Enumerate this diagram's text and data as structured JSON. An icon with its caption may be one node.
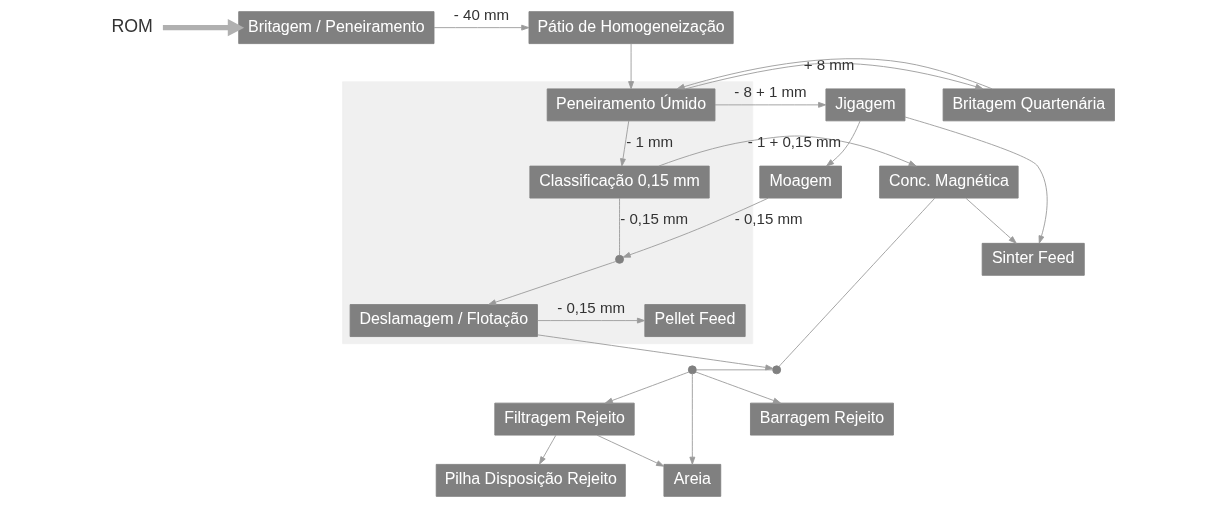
{
  "diagram": {
    "nodes": [
      {
        "text": [
          "ROM"
        ]
      },
      {
        "text": [
          "Britagem / Peneiramento"
        ]
      },
      {
        "text": [
          "Pátio de Homogeneização"
        ]
      },
      {
        "text": [],
        "shape": "band"
      },
      {
        "text": [
          "Jigagem"
        ]
      },
      {
        "text": [
          "Peneiramento Úmido"
        ],
        "in": 3
      },
      {
        "text": [
          "Britagem Quartenária"
        ]
      },
      {
        "text": [
          "Moagem"
        ]
      },
      {
        "text": [
          "Classificação 0,15 mm"
        ],
        "in": 3
      },
      {
        "text": [
          "Conc. Magnética"
        ]
      },
      {
        "text": [],
        "shape": "circle",
        "in": 3
      },
      {
        "text": [
          "Pilha Disposição Rejeito"
        ]
      },
      {
        "text": [
          "Filtragem Rejeito"
        ]
      },
      {
        "text": [
          "Deslamagem / Flotação"
        ],
        "in": 3
      },
      {
        "text": [
          "Pellet Feed"
        ],
        "in": 3
      },
      {
        "text": [
          "Areia"
        ]
      },
      {
        "text": [],
        "shape": "circle"
      },
      {
        "text": [],
        "shape": "circle"
      },
      {
        "text": [
          "Barragem Rejeito"
        ]
      },
      {
        "text": [
          "Sinter Feed"
        ]
      }
    ],
    "edges": [
      {
        "from": 0,
        "to": 1,
        "arrow": "to",
        "style": "thick"
      },
      {
        "from": 1,
        "to": 2,
        "arrow": "to",
        "label": "- 40 mm"
      },
      {
        "from": 2,
        "to": 5,
        "arrow": "to"
      },
      {
        "from": 5,
        "to": 4,
        "arrow": "to",
        "label": "- 8 + 1 mm"
      },
      {
        "from": 5,
        "to": 6,
        "arrow": "to",
        "label": "+ 8 mm"
      },
      {
        "from": 6,
        "to": 5,
        "arrow": "to"
      },
      {
        "from": 5,
        "to": 8,
        "arrow": "to",
        "label": "- 1 mm"
      },
      {
        "from": 4,
        "to": 7,
        "arrow": "to"
      },
      {
        "from": 4,
        "to": 19,
        "arrow": "to"
      },
      {
        "from": 8,
        "to": 9,
        "arrow": "to",
        "label": "- 1 + 0,15 mm"
      },
      {
        "from": 7,
        "to": 10,
        "arrow": "to",
        "label": "- 0,15 mm"
      },
      {
        "from": 8,
        "to": 10,
        "arrow": "none",
        "label": "- 0,15 mm"
      },
      {
        "from": 10,
        "to": 13,
        "arrow": "to"
      },
      {
        "from": 13,
        "to": 14,
        "arrow": "to",
        "label": "- 0,15 mm"
      },
      {
        "from": 13,
        "to": 17,
        "arrow": "to"
      },
      {
        "from": 9,
        "to": 17,
        "arrow": "none"
      },
      {
        "from": 9,
        "to": 19,
        "arrow": "to"
      },
      {
        "from": 17,
        "to": 16,
        "arrow": "none"
      },
      {
        "from": 16,
        "to": 12,
        "arrow": "to"
      },
      {
        "from": 16,
        "to": 15,
        "arrow": "to"
      },
      {
        "from": 16,
        "to": 18,
        "arrow": "to"
      },
      {
        "from": 12,
        "to": 11,
        "arrow": "to"
      },
      {
        "from": 12,
        "to": 15,
        "arrow": "to"
      }
    ]
  }
}
